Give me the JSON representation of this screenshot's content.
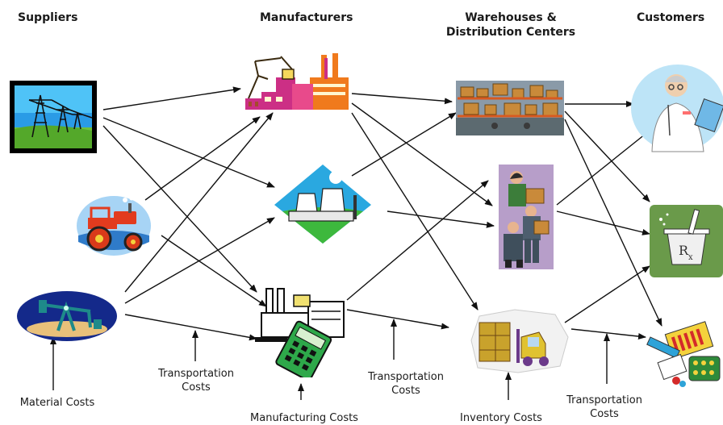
{
  "headers": {
    "suppliers": "Suppliers",
    "manufacturers": "Manufacturers",
    "warehouses_line1": "Warehouses &",
    "warehouses_line2": "Distribution Centers",
    "customers": "Customers"
  },
  "cost_labels": {
    "material": "Material Costs",
    "transport1_line1": "Transportation",
    "transport1_line2": "Costs",
    "manufacturing": "Manufacturing Costs",
    "transport2_line1": "Transportation",
    "transport2_line2": "Costs",
    "inventory": "Inventory Costs",
    "transport3_line1": "Transportation",
    "transport3_line2": "Costs"
  },
  "icons": {
    "supplier_1": "power-lines-icon",
    "supplier_2": "tractor-icon",
    "supplier_3": "oil-pump-icon",
    "manufacturer_1": "factory-icon",
    "manufacturer_2": "power-plant-icon",
    "manufacturer_3": "factory-calculator-icon",
    "warehouse_1": "warehouse-shelves-icon",
    "warehouse_2": "workers-with-boxes-icon",
    "warehouse_3": "forklift-icon",
    "customer_1": "pharmacist-icon",
    "customer_2": "mortar-pestle-rx-icon",
    "customer_3": "medicine-supplies-icon"
  }
}
